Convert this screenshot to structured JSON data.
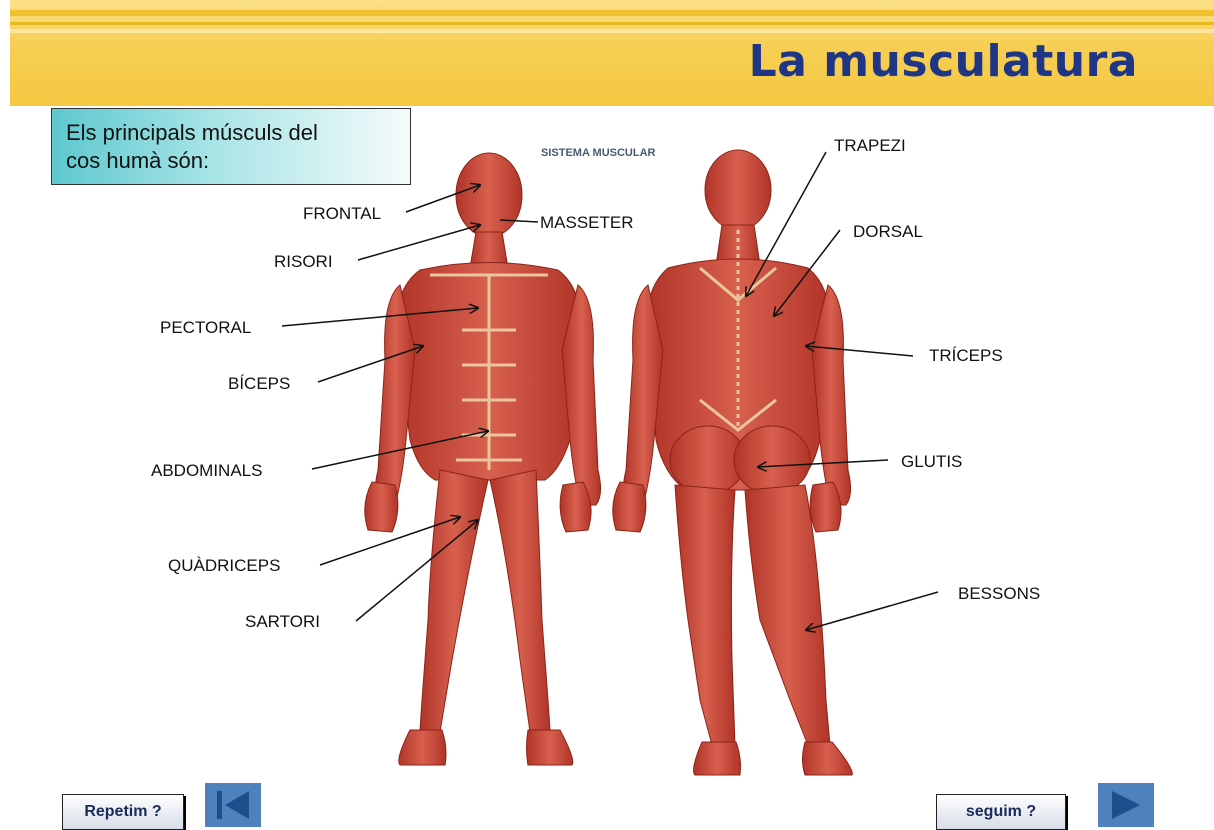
{
  "header": {
    "title": "La musculatura"
  },
  "intro": {
    "line1": "Els principals músculs del",
    "line2": "cos humà són:"
  },
  "figure": {
    "subtitle": "SISTEMA MUSCULAR"
  },
  "labels": {
    "frontal": "FRONTAL",
    "masseter": "MASSETER",
    "risori": "RISORI",
    "pectoral": "PECTORAL",
    "biceps": "BÍCEPS",
    "abdominals": "ABDOMINALS",
    "quadriceps": "QUÀDRICEPS",
    "sartori": "SARTORI",
    "trapezi": "TRAPEZI",
    "dorsal": "DORSAL",
    "triceps": "TRÍCEPS",
    "glutis": "GLUTIS",
    "bessons": "BESSONS"
  },
  "nav": {
    "repeat_label": "Repetim ?",
    "next_label": "seguim ?"
  },
  "colors": {
    "title": "#1f3586",
    "muscle": "#c8473a",
    "tendon": "#e9c79a",
    "nav_blue": "#4f81bd"
  }
}
